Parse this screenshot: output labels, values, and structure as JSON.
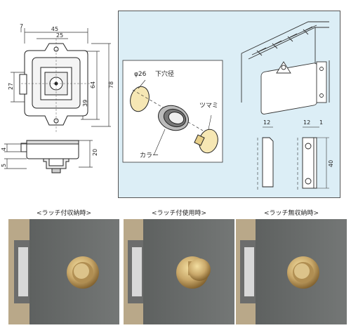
{
  "front_view": {
    "dim_top_small": "7",
    "dim_width": "45",
    "dim_pitch": "25",
    "dim_left": "27",
    "dim_inner": "64",
    "dim_outer": "78",
    "dim_lower": "39"
  },
  "side_view": {
    "dim_top": "4",
    "dim_bottom": "5",
    "dim_height": "20"
  },
  "install_panel": {
    "dia_label": "φ26",
    "hole_label": "下穴径",
    "collar_label": "カラー",
    "knob_label": "ツマミ",
    "dim_12a": "12",
    "dim_12b": "12",
    "dim_1": "1",
    "dim_40": "40"
  },
  "photos": [
    {
      "caption": "<ラッチ付収納時>"
    },
    {
      "caption": "<ラッチ付使用時>"
    },
    {
      "caption": "<ラッチ無収納時>"
    }
  ],
  "colors": {
    "panel_bg": "#dceef6",
    "door": "#6b6e6d",
    "brass": "#c9a86a",
    "brass_dark": "#8a6a35"
  }
}
